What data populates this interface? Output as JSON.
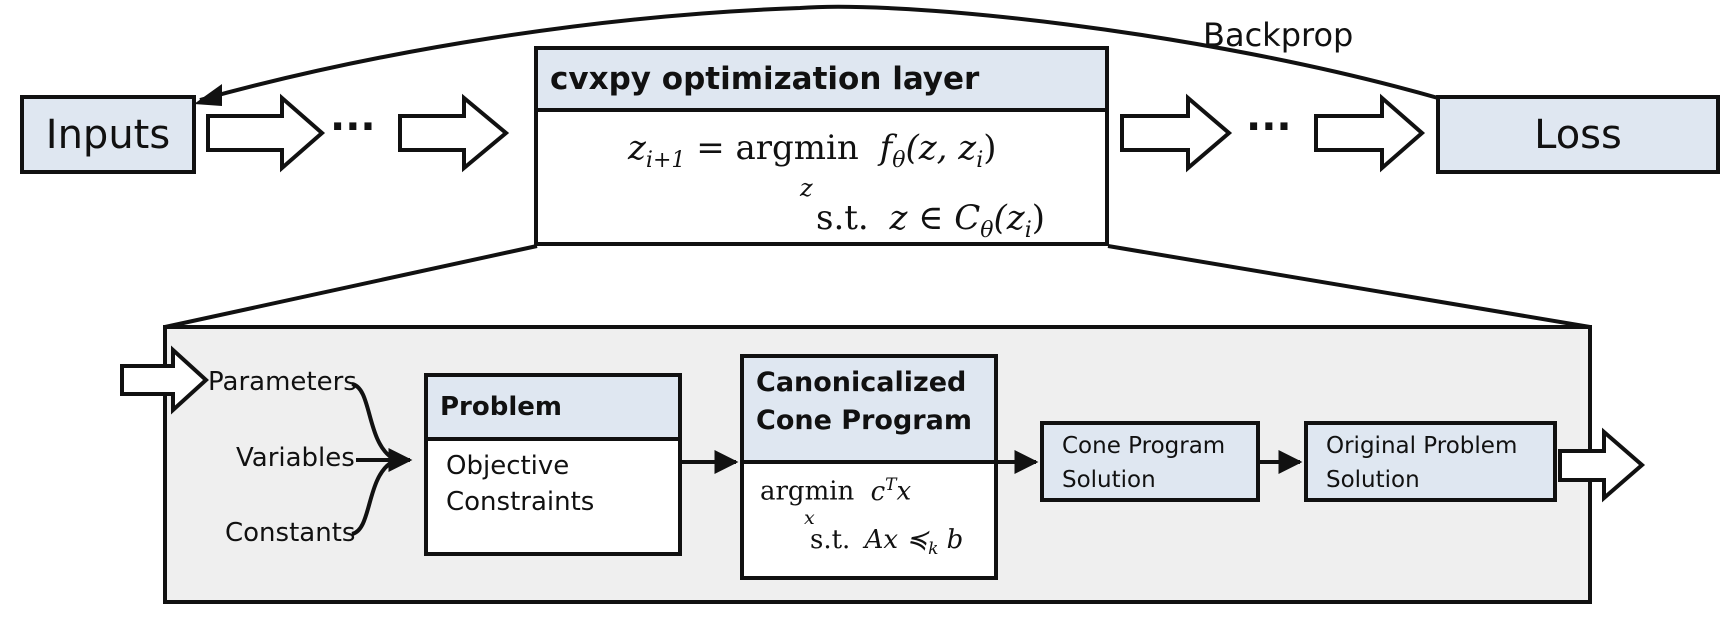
{
  "top": {
    "inputs_label": "Inputs",
    "loss_label": "Loss",
    "backprop_label": "Backprop",
    "dots_left": "···",
    "dots_right": "···",
    "layer": {
      "title": "cvxpy optimization layer",
      "eq_lhs": "z",
      "eq_lhs_sub": "i+1",
      "eq_eq": "=",
      "eq_argmin": "argmin",
      "eq_argmin_sub": "z",
      "eq_f": "f",
      "eq_f_sub": "θ",
      "eq_args": "(z, z",
      "eq_args_sub": "i",
      "eq_args_close": ")",
      "st": "s.t.",
      "st_z": "z ∈ C",
      "st_c_sub": "θ",
      "st_args": "(z",
      "st_args_sub": "i",
      "st_args_close": ")"
    }
  },
  "bottom": {
    "inputs": [
      "Parameters",
      "Variables",
      "Constants"
    ],
    "problem": {
      "title": "Problem",
      "line1": "Objective",
      "line2": "Constraints"
    },
    "cone": {
      "title_line1": "Canonicalized",
      "title_line2": "Cone Program",
      "argmin": "argmin",
      "argmin_sub": "x",
      "obj": "c",
      "obj_sup": "T",
      "obj_x": "x",
      "st": "s.t.",
      "constraint": "Ax ≼",
      "constraint_sub": "k",
      "constraint_b": "b"
    },
    "cone_solution": {
      "line1": "Cone Program",
      "line2": "Solution"
    },
    "original_solution": {
      "line1": "Original Problem",
      "line2": "Solution"
    }
  },
  "colors": {
    "box_fill": "#dfe7f1",
    "zoom_fill": "#efefef",
    "stroke": "#111111"
  }
}
